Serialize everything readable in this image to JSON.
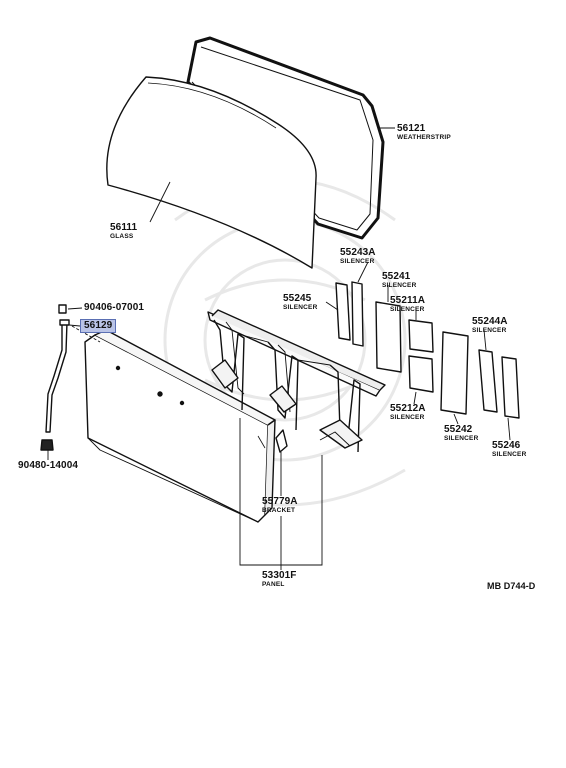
{
  "parts": [
    {
      "id": "p56121",
      "number": "56121",
      "name": "WEATHERSTRIP"
    },
    {
      "id": "p56111",
      "number": "56111",
      "name": "GLASS"
    },
    {
      "id": "p55243a",
      "number": "55243A",
      "name": "SILENCER"
    },
    {
      "id": "p55241",
      "number": "55241",
      "name": "SILENCER"
    },
    {
      "id": "p55245",
      "number": "55245",
      "name": "SILENCER"
    },
    {
      "id": "p55211a",
      "number": "55211A",
      "name": "SILENCER"
    },
    {
      "id": "p55244a",
      "number": "55244A",
      "name": "SILENCER"
    },
    {
      "id": "p55212a",
      "number": "55212A",
      "name": "SILENCER"
    },
    {
      "id": "p55242",
      "number": "55242",
      "name": "SILENCER"
    },
    {
      "id": "p55246",
      "number": "55246",
      "name": "SILENCER"
    },
    {
      "id": "p55779a",
      "number": "55779A",
      "name": "BRACKET"
    },
    {
      "id": "p53301f",
      "number": "53301F",
      "name": "PANEL"
    },
    {
      "id": "p90406",
      "number": "90406-07001",
      "name": ""
    },
    {
      "id": "p90480",
      "number": "90480-14004",
      "name": ""
    }
  ],
  "highlighted_part": "56129",
  "diagram_code": "MB D744-D",
  "colors": {
    "line": "#111111",
    "highlight": "#b9c3e6",
    "watermark": "#e6e6e6"
  }
}
